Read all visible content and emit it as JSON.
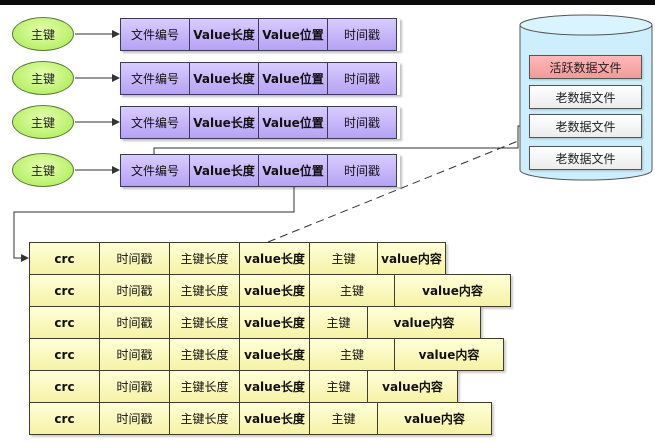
{
  "index_entries": [
    {
      "key": "主键",
      "fields": [
        "文件编号",
        "Value长度",
        "Value位置",
        "时间戳"
      ]
    },
    {
      "key": "主键",
      "fields": [
        "文件编号",
        "Value长度",
        "Value位置",
        "时间戳"
      ]
    },
    {
      "key": "主键",
      "fields": [
        "文件编号",
        "Value长度",
        "Value位置",
        "时间戳"
      ]
    },
    {
      "key": "主键",
      "fields": [
        "文件编号",
        "Value长度",
        "Value位置",
        "时间戳"
      ]
    }
  ],
  "storage": {
    "files": [
      {
        "label": "活跃数据文件",
        "active": true
      },
      {
        "label": "老数据文件",
        "active": false
      },
      {
        "label": "老数据文件",
        "active": false
      },
      {
        "label": "老数据文件",
        "active": false
      }
    ]
  },
  "data_records": [
    {
      "fields": [
        "crc",
        "时间戳",
        "主键长度",
        "value长度",
        "主键",
        "value内容"
      ]
    },
    {
      "fields": [
        "crc",
        "时间戳",
        "主键长度",
        "value长度",
        "主键",
        "value内容"
      ]
    },
    {
      "fields": [
        "crc",
        "时间戳",
        "主键长度",
        "value长度",
        "主键",
        "value内容"
      ]
    },
    {
      "fields": [
        "crc",
        "时间戳",
        "主键长度",
        "value长度",
        "主键",
        "value内容"
      ]
    },
    {
      "fields": [
        "crc",
        "时间戳",
        "主键长度",
        "value长度",
        "主键",
        "value内容"
      ]
    },
    {
      "fields": [
        "crc",
        "时间戳",
        "主键长度",
        "value长度",
        "主键",
        "value内容"
      ]
    }
  ],
  "colors": {
    "key_fill": "#b9f06a",
    "index_fill": "#b6a2f4",
    "storage_fill": "#cdeefc",
    "active_file_fill": "#f29a9a",
    "record_fill": "#f6f2a6"
  }
}
